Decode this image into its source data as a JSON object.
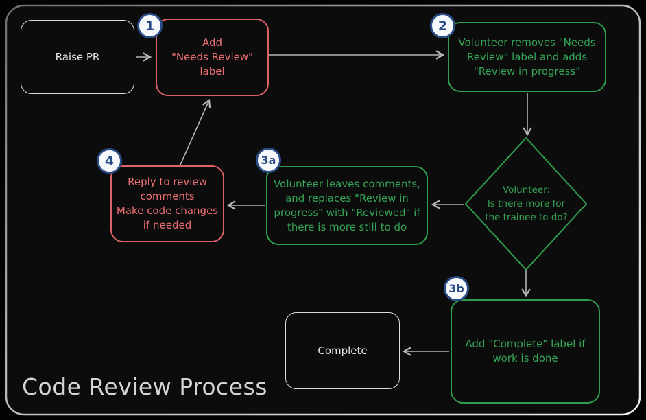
{
  "title": "Code Review Process",
  "colors": {
    "red_accent": "#dd6266",
    "green_accent": "#2f9e4f",
    "badge_blue": "#2b4d87",
    "badge_background": "#f7fafc",
    "neutral_box": "#e8e8e8",
    "arrow_gray": "#b5b5b5",
    "background": "#0c0c0c"
  },
  "nodes": {
    "raise_pr": {
      "label": "Raise PR"
    },
    "step1": {
      "badge": "1",
      "label": "Add\n\"Needs Review\"\nlabel"
    },
    "step2": {
      "badge": "2",
      "label": "Volunteer removes \"Needs\nReview\" label and adds\n\"Review in progress\""
    },
    "decision": {
      "label": "Volunteer:\nIs there more for\nthe trainee to do?"
    },
    "step3a": {
      "badge": "3a",
      "label": "Volunteer leaves comments,\nand replaces \"Review in\nprogress\" with \"Reviewed\" if\nthere is more still to do"
    },
    "step4": {
      "badge": "4",
      "label": "Reply to review\ncomments\nMake code changes\nif needed"
    },
    "step3b": {
      "badge": "3b",
      "label": "Add \"Complete\" label if\nwork is done"
    },
    "complete": {
      "label": "Complete"
    }
  }
}
